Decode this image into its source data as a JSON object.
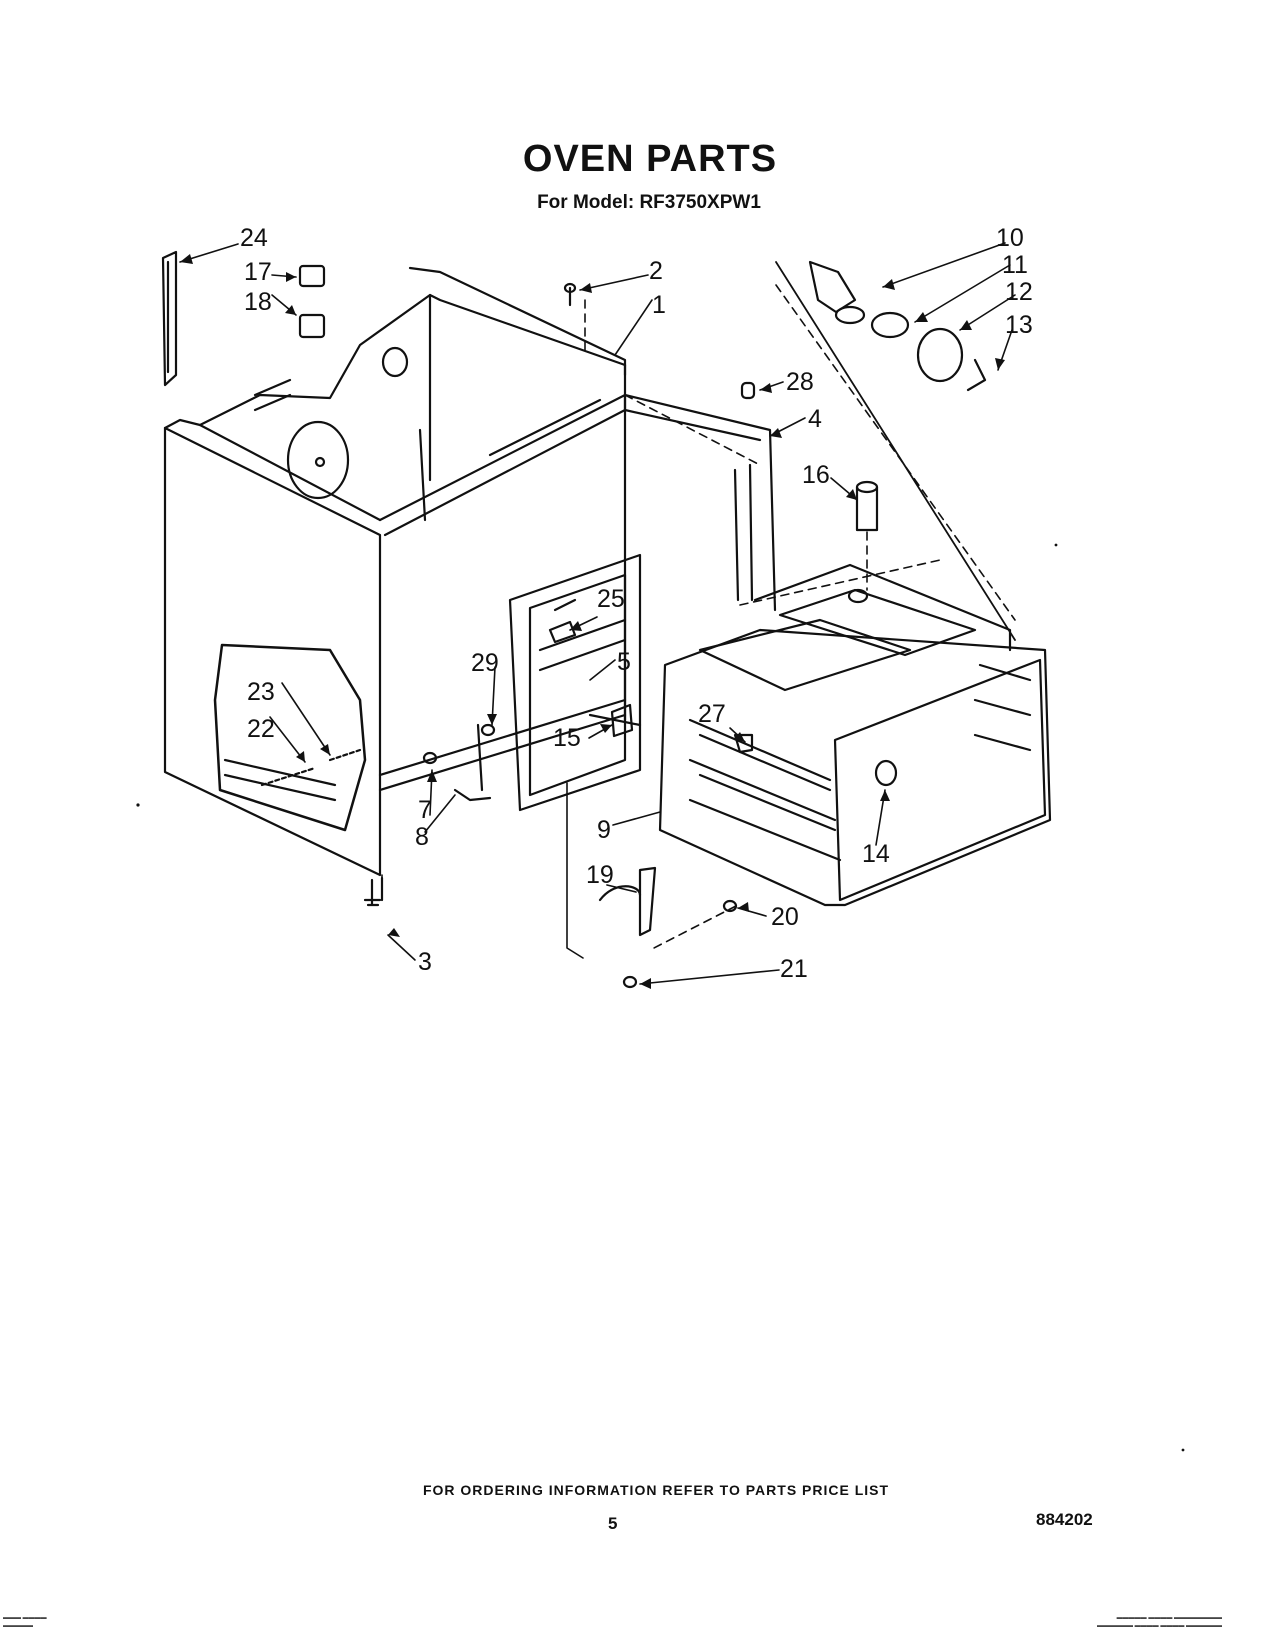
{
  "header": {
    "title": "OVEN PARTS",
    "subtitle": "For Model: RF3750XPW1"
  },
  "diagram": {
    "callouts": [
      "1",
      "2",
      "3",
      "4",
      "5",
      "7",
      "8",
      "9",
      "10",
      "11",
      "12",
      "13",
      "14",
      "15",
      "16",
      "17",
      "18",
      "19",
      "20",
      "21",
      "22",
      "23",
      "24",
      "25",
      "27",
      "28",
      "29"
    ]
  },
  "footer": {
    "ordering_note": "FOR ORDERING INFORMATION REFER TO PARTS PRICE LIST",
    "page_number": "5",
    "document_number": "884202"
  }
}
